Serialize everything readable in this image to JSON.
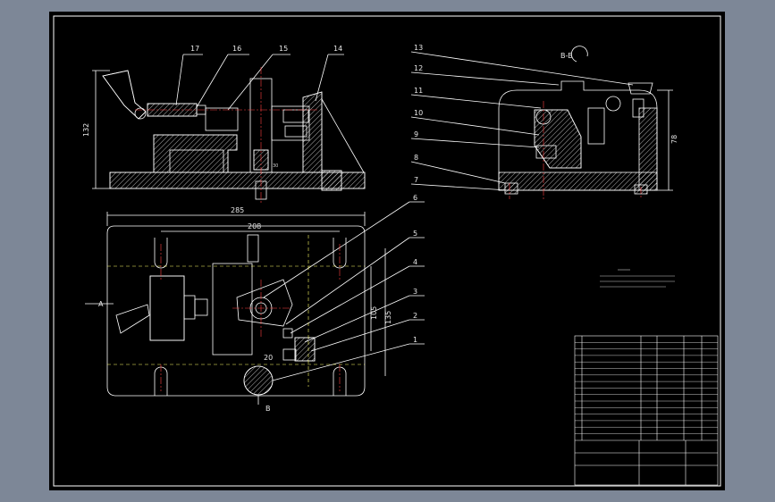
{
  "views": {
    "front": {
      "balloons": [
        "17",
        "16",
        "15",
        "14"
      ],
      "dims": {
        "height": "132",
        "inner": "30"
      }
    },
    "section": {
      "title": "B-B",
      "balloons": [
        "13",
        "12",
        "11",
        "10",
        "9",
        "8",
        "7"
      ],
      "dims": {
        "height": "78"
      }
    },
    "plan": {
      "balloons": [
        "6",
        "5",
        "4",
        "3",
        "2",
        "1"
      ],
      "dims": {
        "overall_width": "285",
        "inner_width": "208",
        "height_a": "105",
        "height_b": "135",
        "offset": "20",
        "view_marker": "A",
        "section_marker": "B"
      }
    }
  },
  "colors": {
    "frame": "#ffffff",
    "outline": "#ffffff",
    "hatch": "#ffffff",
    "center": "#ff4040",
    "hidden": "#ffff66",
    "leader": "#ffffff",
    "background": "#000000",
    "outer": "#7d8797"
  }
}
